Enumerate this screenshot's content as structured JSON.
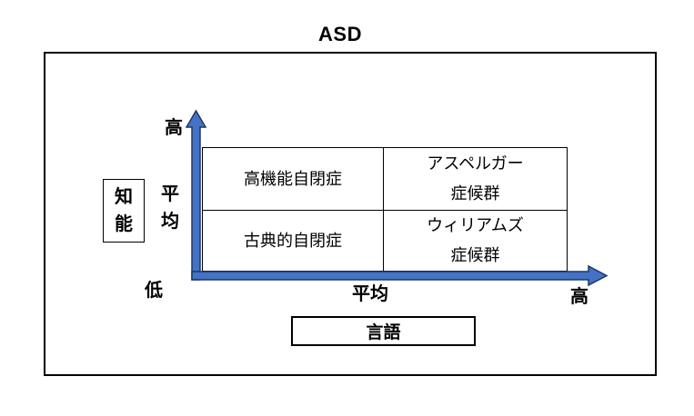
{
  "title": "ASD",
  "colors": {
    "arrow_fill": "#4472C4",
    "arrow_stroke": "#1F3864",
    "line": "#000000",
    "background": "#FFFFFF"
  },
  "y_axis": {
    "label": "知能",
    "label_chars": [
      "知",
      "能"
    ],
    "ticks": {
      "top": "高",
      "middle": "平均",
      "middle_chars": [
        "平",
        "均"
      ],
      "bottom": "低"
    }
  },
  "x_axis": {
    "label": "言語",
    "ticks": {
      "middle": "平均",
      "right": "高"
    }
  },
  "quadrants": {
    "top_left": {
      "label": "高機能自閉症",
      "lines": [
        "高機能自閉症"
      ]
    },
    "top_right": {
      "label": "アスペルガー症候群",
      "lines": [
        "アスペルガー",
        "症候群"
      ]
    },
    "bottom_left": {
      "label": "古典的自閉症",
      "lines": [
        "古典的自閉症"
      ]
    },
    "bottom_right": {
      "label": "ウィリアムズ症候群",
      "lines": [
        "ウィリアムズ",
        "症候群"
      ]
    }
  }
}
